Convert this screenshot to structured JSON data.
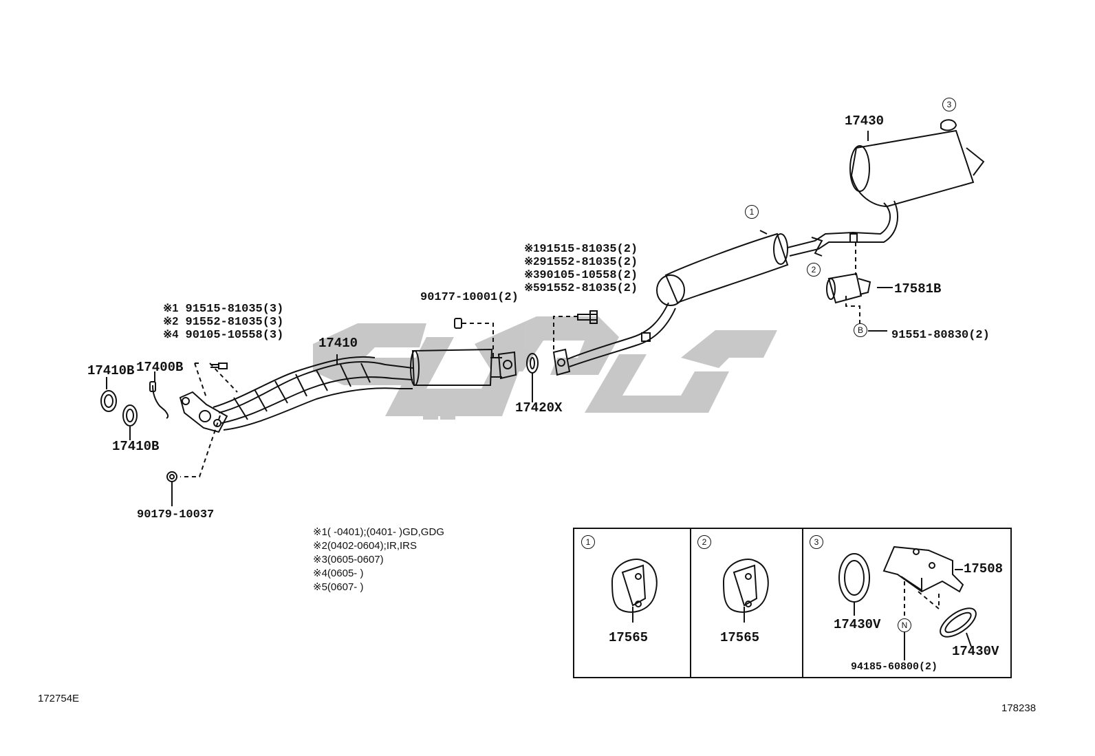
{
  "hardware_groups": {
    "left": [
      {
        "mark": "※1",
        "part": "91515-81035(3)"
      },
      {
        "mark": "※2",
        "part": "91552-81035(3)"
      },
      {
        "mark": "※4",
        "part": "90105-10558(3)"
      }
    ],
    "right": [
      {
        "mark": "※1",
        "part": "91515-81035(2)"
      },
      {
        "mark": "※2",
        "part": "91552-81035(2)"
      },
      {
        "mark": "※3",
        "part": "90105-10558(2)"
      },
      {
        "mark": "※5",
        "part": "91552-81035(2)"
      }
    ]
  },
  "parts": {
    "p17410B_a": "17410B",
    "p17400B": "17400B",
    "p17410B_b": "17410B",
    "p90179": "90179-10037",
    "p17410": "17410",
    "p90177": "90177-10001(2)",
    "p17420X": "17420X",
    "p17430": "17430",
    "p17581B": "17581B",
    "p91551": "91551-80830(2)",
    "p17565_a": "17565",
    "p17565_b": "17565",
    "p17508": "17508",
    "p17430V_a": "17430V",
    "p17430V_b": "17430V",
    "p94185": "94185-60800(2)"
  },
  "callouts": {
    "c1": "1",
    "c2": "2",
    "c3": "3",
    "cB": "B",
    "cN": "N"
  },
  "footnotes": [
    {
      "mark": "※1",
      "text": "(      -0401);(0401-       )GD,GDG"
    },
    {
      "mark": "※2",
      "text": "(0402-0604);IR,IRS"
    },
    {
      "mark": "※3",
      "text": "(0605-0607)"
    },
    {
      "mark": "※4",
      "text": "(0605-       )"
    },
    {
      "mark": "※5",
      "text": "(0607-       )"
    }
  ],
  "detail_panels": [
    {
      "number": "1",
      "part": "17565"
    },
    {
      "number": "2",
      "part": "17565"
    },
    {
      "number": "3",
      "part": ""
    }
  ],
  "codes": {
    "left_code": "172754E",
    "right_code": "178238"
  },
  "colors": {
    "line": "#111111",
    "watermark": "#bdbdbd"
  }
}
